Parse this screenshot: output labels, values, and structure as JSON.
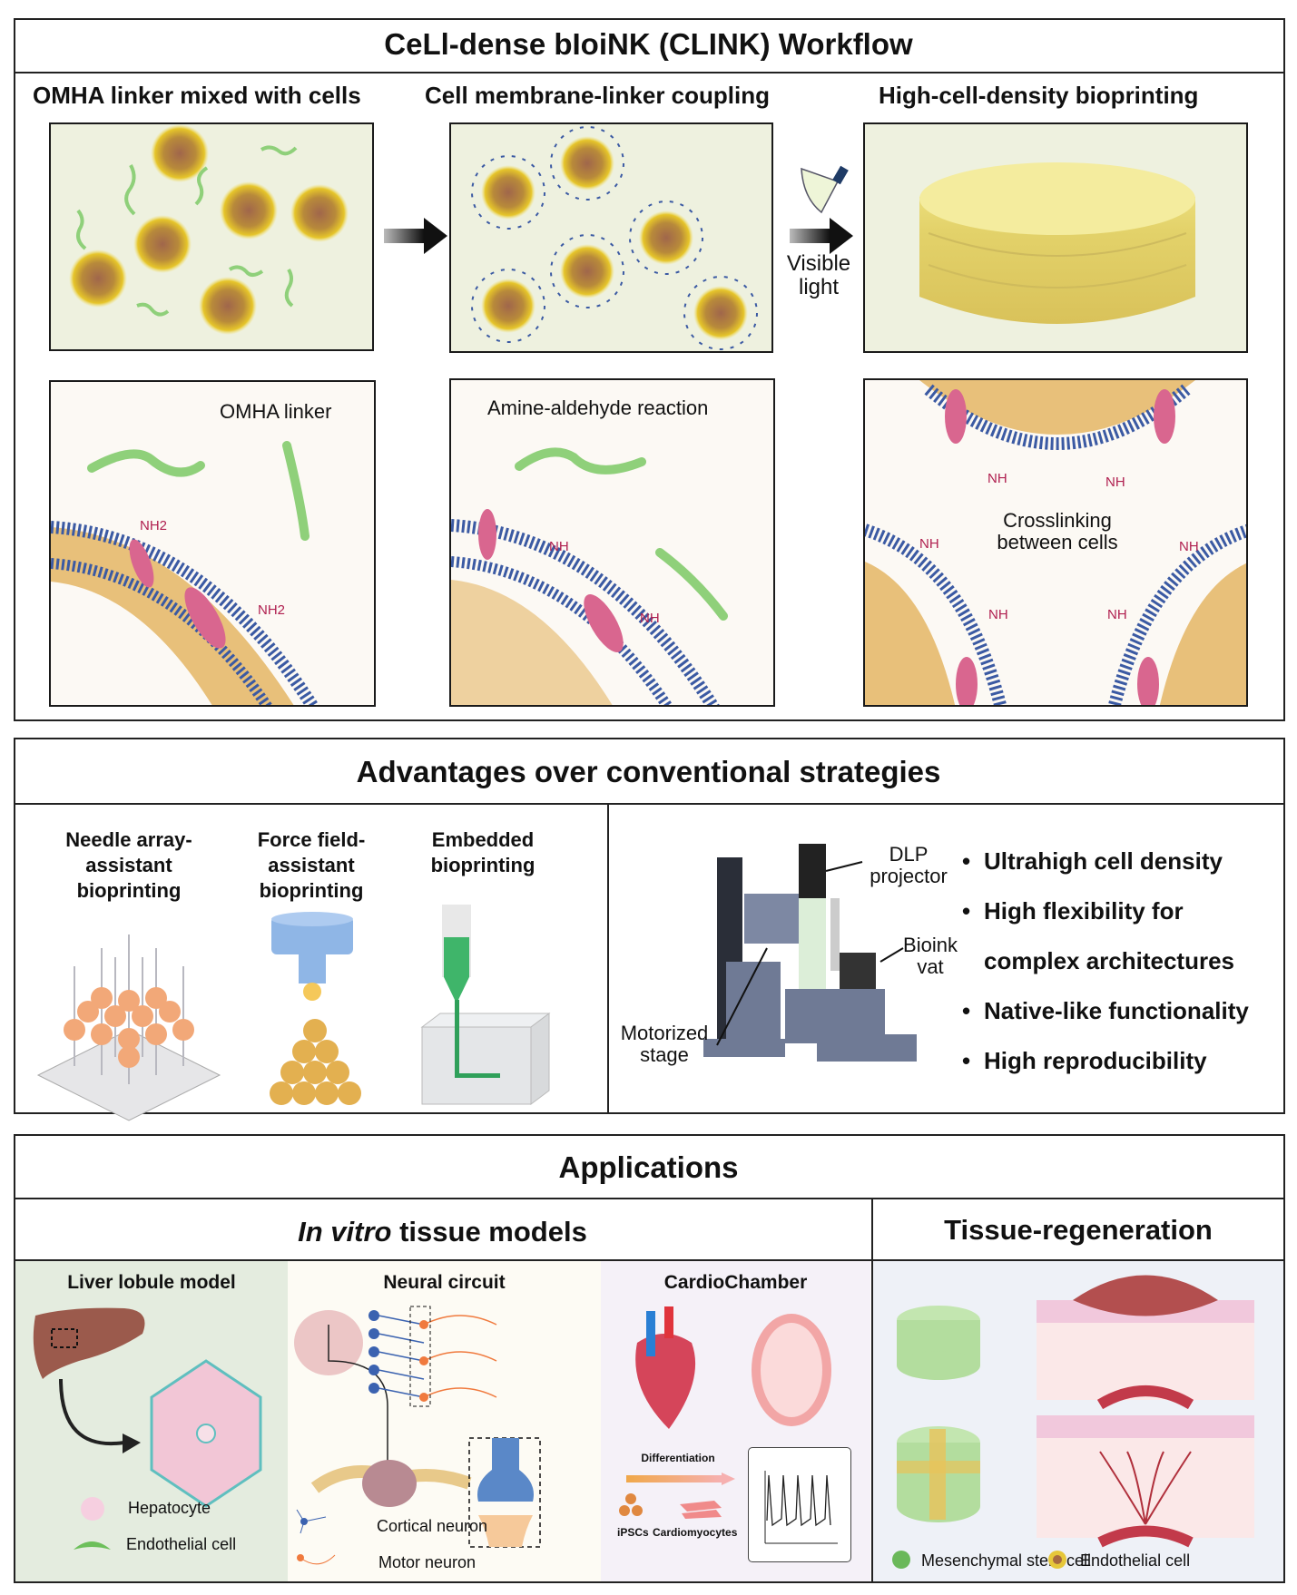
{
  "workflow": {
    "title": "CeLl-dense bIoiNK (CLINK) Workflow",
    "steps": [
      {
        "label": "OMHA linker mixed with cells"
      },
      {
        "label": "Cell membrane-linker coupling"
      },
      {
        "label": "High-cell-density bioprinting"
      }
    ],
    "visible_light_label": "Visible light",
    "detail_panels": [
      {
        "label": "OMHA linker",
        "nh_labels": [
          "NH2",
          "NH2"
        ]
      },
      {
        "label": "Amine-aldehyde reaction",
        "nh_labels": [
          "NH",
          "NH"
        ]
      },
      {
        "label": "Crosslinking between cells",
        "nh_labels": [
          "NH",
          "NH",
          "NH",
          "NH",
          "NH",
          "NH"
        ]
      }
    ],
    "colors": {
      "cell_yellow": "#e8c52a",
      "cell_core": "#a7694a",
      "linker_green": "#8fd07a",
      "membrane_blue": "#3b5aa3",
      "protein_pink": "#d9668f",
      "panel_bg": "#eef1df"
    }
  },
  "advantages": {
    "title": "Advantages over conventional strategies",
    "conventional": [
      {
        "label_lines": [
          "Needle array-",
          "assistant",
          "bioprinting"
        ]
      },
      {
        "label_lines": [
          "Force field-",
          "assistant",
          "bioprinting"
        ]
      },
      {
        "label_lines": [
          "Embedded",
          "bioprinting"
        ]
      }
    ],
    "device_labels": {
      "projector": [
        "DLP",
        "projector"
      ],
      "vat": [
        "Bioink",
        "vat"
      ],
      "stage": [
        "Motorized",
        "stage"
      ]
    },
    "bullets": [
      "Ultrahigh cell density",
      "High flexibility for",
      "complex architectures",
      "Native-like functionality",
      "High reproducibility"
    ]
  },
  "applications": {
    "title": "Applications",
    "invitro_title_italic": "In vitro",
    "invitro_title_rest": " tissue models",
    "regen_title": "Tissue-regeneration",
    "liver": {
      "title": "Liver lobule model",
      "legend": [
        "Hepatocyte",
        "Endothelial cell"
      ]
    },
    "neural": {
      "title": "Neural circuit",
      "legend": [
        "Cortical neuron",
        "Motor neuron"
      ]
    },
    "cardio": {
      "title": "CardioChamber",
      "differentiation": "Differentiation",
      "from_label": "iPSCs",
      "to_label": "Cardiomyocytes"
    },
    "regen_legend": [
      "Mesenchymal stem cell",
      "Endothelial cell"
    ]
  }
}
